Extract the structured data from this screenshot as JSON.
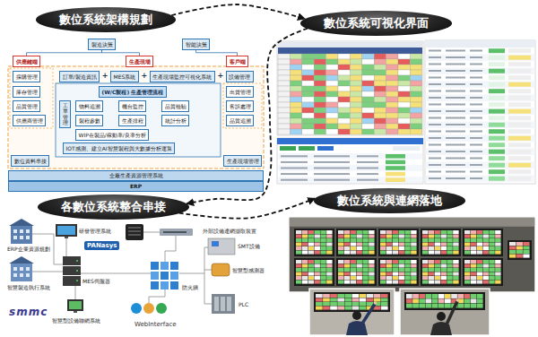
{
  "diagram": {
    "nodes": [
      {
        "text": [
          "數位系統架構規劃"
        ]
      },
      {
        "text": [
          "製造決策"
        ]
      },
      {
        "text": [
          "智能決策"
        ]
      },
      {
        "text": [
          "供應鏈端"
        ]
      },
      {
        "text": [
          "生產現場"
        ]
      },
      {
        "text": [
          "客戶端"
        ]
      },
      {
        "text": [
          "採購管理"
        ]
      },
      {
        "text": [
          "訂單/製造資訊"
        ]
      },
      {
        "text": [
          "MES系統"
        ]
      },
      {
        "text": [
          "生產現場監控可視化系統"
        ]
      },
      {
        "text": [
          "設備管理"
        ]
      },
      {
        "text": [
          "庫存管理"
        ]
      },
      {
        "text": [
          "(W/C製程) 生產管理流程"
        ]
      },
      {
        "text": [
          "出貨管理"
        ]
      },
      {
        "text": [
          "品質管理"
        ]
      },
      {
        "text": [
          "工單管理"
        ]
      },
      {
        "text": [
          "物料追溯"
        ]
      },
      {
        "text": [
          "機台監控"
        ]
      },
      {
        "text": [
          "品質檢驗"
        ]
      },
      {
        "text": [
          "客訴處理"
        ]
      },
      {
        "text": [
          "供應商管理"
        ]
      },
      {
        "text": [
          "製程參數"
        ]
      },
      {
        "text": [
          "生產排程"
        ]
      },
      {
        "text": [
          "統計分析"
        ]
      },
      {
        "text": [
          "品質追溯"
        ]
      },
      {
        "text": [
          "WIP在製品/稼動率/良率分析"
        ]
      },
      {
        "text": [
          "IOT感測、建立AI智慧製程與大數據分析運算"
        ]
      },
      {
        "text": [
          "數位資料串接"
        ]
      },
      {
        "text": [
          "生產現場管理"
        ]
      },
      {
        "text": [
          "全廠生產資源管理系統"
        ]
      },
      {
        "text": [
          "ERP"
        ]
      },
      {
        "text": [
          "數位系統可視化界面"
        ]
      },
      {
        "text": [
          "各數位系統整合串接"
        ]
      },
      {
        "text": [
          "數位系統與連網落地"
        ]
      }
    ],
    "edges": [
      {
        "from": 0,
        "to": 31,
        "arrow": "to"
      },
      {
        "from": 31,
        "to": 32,
        "arrow": "to"
      },
      {
        "from": 32,
        "to": 33,
        "arrow": "to"
      },
      {
        "from": 1,
        "to": 3,
        "arrow": "none"
      },
      {
        "from": 1,
        "to": 4,
        "arrow": "none"
      },
      {
        "from": 2,
        "to": 5,
        "arrow": "none"
      }
    ],
    "labels": [
      "+",
      "+",
      "+",
      "ERP企業資源規劃",
      "研發管理系統",
      "PANasys",
      "智慧製造執行系統",
      "MES伺服器",
      "smmc",
      "智慧型設備聯網系統",
      "防火牆",
      "WebInterface",
      "外部設備連網擷取裝置",
      "SMT設備",
      "智慧型感測器",
      "PLC"
    ]
  }
}
